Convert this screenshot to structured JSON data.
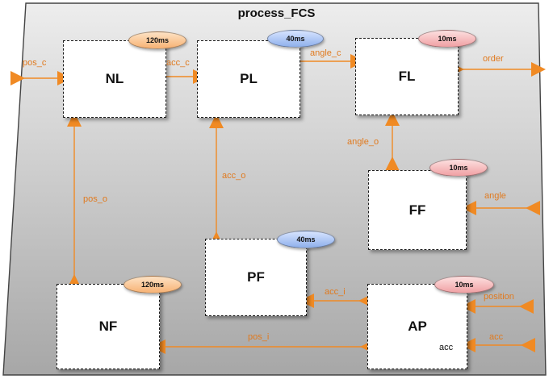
{
  "process": {
    "title": "process_FCS"
  },
  "blocks": {
    "NL": {
      "name": "NL",
      "period": "120ms"
    },
    "PL": {
      "name": "PL",
      "period": "40ms"
    },
    "FL": {
      "name": "FL",
      "period": "10ms"
    },
    "FF": {
      "name": "FF",
      "period": "10ms"
    },
    "PF": {
      "name": "PF",
      "period": "40ms"
    },
    "NF": {
      "name": "NF",
      "period": "120ms"
    },
    "AP": {
      "name": "AP",
      "period": "10ms",
      "sub": "acc"
    }
  },
  "signals": {
    "pos_c": "pos_c",
    "acc_c": "acc_c",
    "angle_c": "angle_c",
    "order": "order",
    "angle_o": "angle_o",
    "angle": "angle",
    "acc_o": "acc_o",
    "pos_o": "pos_o",
    "acc_i": "acc_i",
    "pos_i": "pos_i",
    "position": "position",
    "acc": "acc"
  },
  "colors": {
    "arrow": "#f08a24",
    "signal_text": "#e07a1f",
    "process_fill_top": "#e6e6e6",
    "process_fill_bottom": "#a9a9a9"
  }
}
